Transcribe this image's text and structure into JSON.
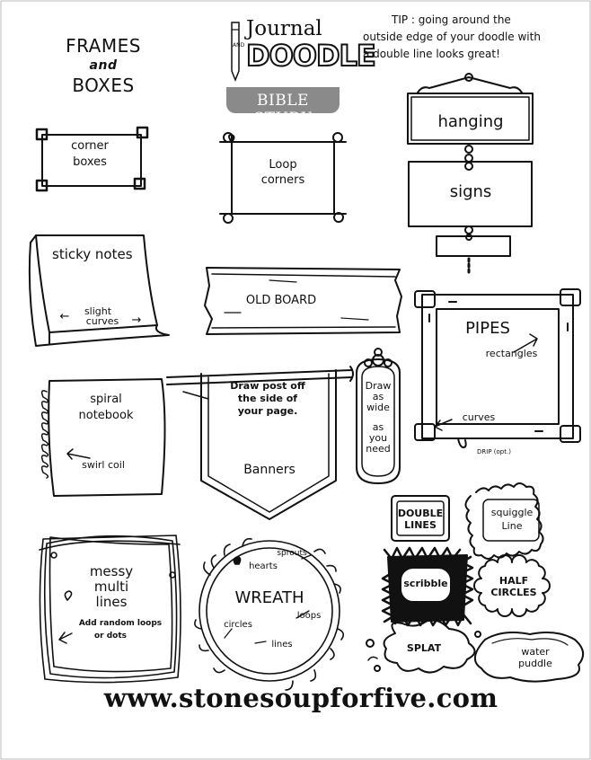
{
  "header": {
    "title_line1": "FRAMES",
    "title_line2": "and",
    "title_line3": "BOXES",
    "logo_journal": "Journal",
    "logo_and": "AND",
    "logo_doodle": "DOODLE",
    "logo_bible_study": "BIBLE STUDY",
    "tip_line1": "TIP : going around the",
    "tip_line2": "outside edge of your doodle with",
    "tip_line3": "a double line looks great!"
  },
  "labels": {
    "corner_boxes_1": "corner",
    "corner_boxes_2": "boxes",
    "loop_corners_1": "Loop",
    "loop_corners_2": "corners",
    "hanging": "hanging",
    "signs": "signs",
    "sticky_notes": "sticky notes",
    "slight": "slight",
    "curves_sticky": "curves",
    "old_board": "OLD BOARD",
    "pipes": "PIPES",
    "rectangles": "rectangles",
    "curves_pipes": "curves",
    "drip": "DRIP (opt.)",
    "spiral_1": "spiral",
    "spiral_2": "notebook",
    "swirl_coil": "swirl coil",
    "banner_1": "Draw post off",
    "banner_2": "the side of",
    "banner_3": "your page.",
    "banners": "Banners",
    "draw_1": "Draw",
    "draw_2": "as",
    "draw_3": "wide",
    "draw_4": "as",
    "draw_5": "you",
    "draw_6": "need",
    "double_1": "DOUBLE",
    "double_2": "LINES",
    "squiggle_1": "squiggle",
    "squiggle_2": "Line",
    "scribble": "scribble",
    "half_1": "HALF",
    "half_2": "CIRCLES",
    "splat": "SPLAT",
    "water_1": "water",
    "water_2": "puddle",
    "messy_1": "messy",
    "messy_2": "multi",
    "messy_3": "lines",
    "random_1": "Add random loops",
    "random_2": "or dots",
    "wreath": "WREATH",
    "hearts": "hearts",
    "sprouts": "sprouts",
    "circles": "circles",
    "loops": "loops",
    "lines": "lines"
  },
  "footer": {
    "url": "www.stonesoupforfive.com"
  }
}
